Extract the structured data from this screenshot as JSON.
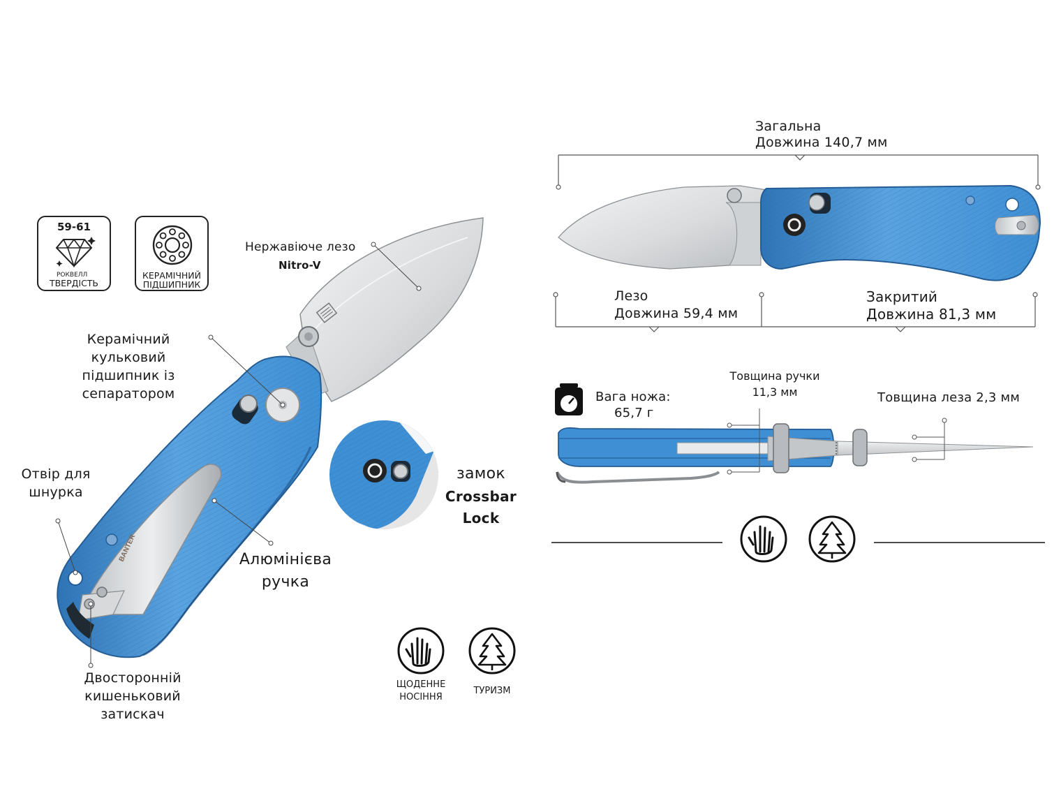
{
  "badges": {
    "hardness": {
      "value": "59-61",
      "small": "РОКВЕЛЛ",
      "caption": "ТВЕРДІСТЬ"
    },
    "bearing": {
      "caption_line1": "КЕРАМІЧНИЙ",
      "caption_line2": "ПІДШИПНИК"
    }
  },
  "labels": {
    "blade_line1": "Нержавіюче лезо",
    "blade_line2": "Nitro-V",
    "bearing_line1": "Керамічний",
    "bearing_line2": "кульковий",
    "bearing_line3": "підшипник із",
    "bearing_line4": "сепаратором",
    "lanyard_line1": "Отвір для",
    "lanyard_line2": "шнурка",
    "lock_line1": "замок",
    "lock_line2": "Crossbar",
    "lock_line3": "Lock",
    "handle_line1": "Алюмінієва",
    "handle_line2": "ручка",
    "clip_line1": "Двосторонній",
    "clip_line2": "кишеньковий",
    "clip_line3": "затискач"
  },
  "usage": {
    "edc_line1": "ЩОДЕННЕ",
    "edc_line2": "НОСІННЯ",
    "hiking": "ТУРИЗМ"
  },
  "brand_on_clip": "BANTER",
  "specs": {
    "overall_title": "Загальна",
    "overall_prefix": "Довжина ",
    "overall_value": "140,7",
    "overall_unit": " мм",
    "blade_title": "Лезо",
    "blade_prefix": "Довжина ",
    "blade_value": "59,4",
    "blade_unit": " мм",
    "closed_title": "Закритий",
    "closed_prefix": "Довжина ",
    "closed_value": "81,3 мм",
    "weight_line1": "Вага ножа:",
    "weight_line2": "65,7 г",
    "handle_thick_line1": "Товщина ручки",
    "handle_thick_line2": "11,3 мм",
    "blade_thick_prefix": "Товщина леза ",
    "blade_thick_value": "2,3",
    "blade_thick_unit": " мм"
  },
  "colors": {
    "handle_blue": "#3f8fd4",
    "handle_dark": "#2a6aa8",
    "steel": "#d6d8da",
    "ink": "#1a1a1a"
  }
}
